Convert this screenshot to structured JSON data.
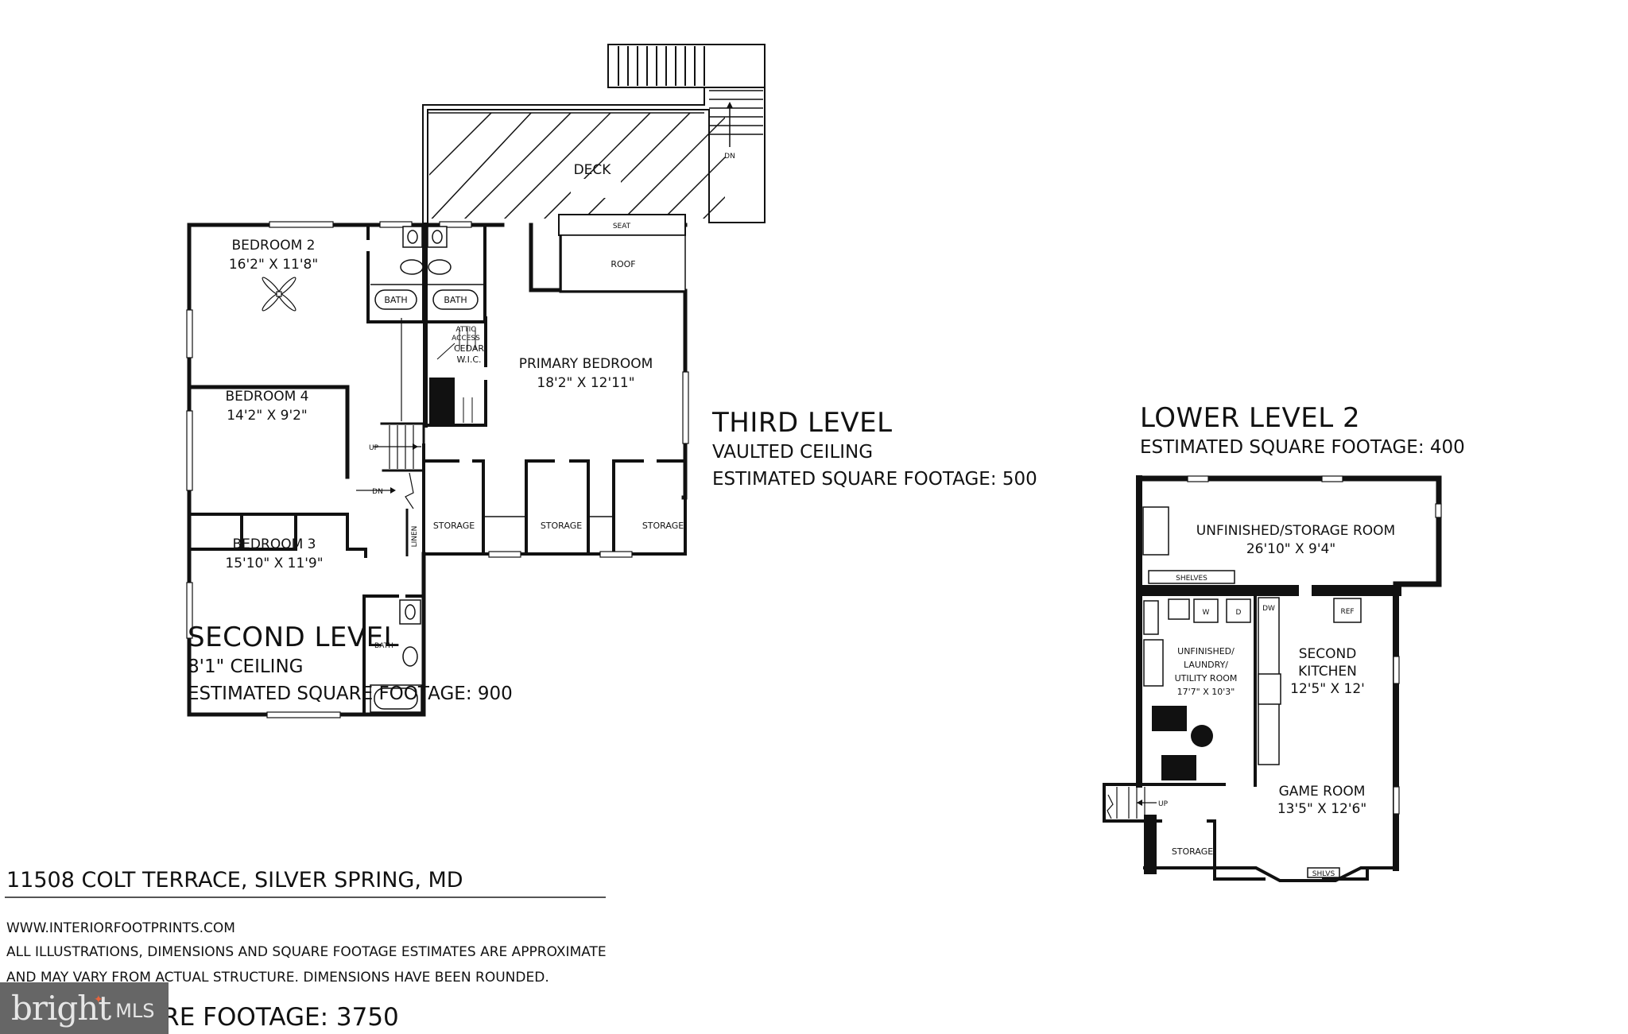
{
  "second_level": {
    "title": "SECOND LEVEL",
    "ceiling": "8'1\" CEILING",
    "sqft": "ESTIMATED SQUARE FOOTAGE: 900",
    "rooms": {
      "bedroom2": {
        "name": "BEDROOM 2",
        "dims": "16'2\" X 11'8\""
      },
      "bedroom4": {
        "name": "BEDROOM 4",
        "dims": "14'2\" X 9'2\""
      },
      "bedroom3": {
        "name": "BEDROOM 3",
        "dims": "15'10\" X 11'9\""
      },
      "bath_a": "BATH",
      "bath_b": "BATH",
      "bath_c": "BATH",
      "linen": "LINEN",
      "stairs_up": "UP",
      "stairs_dn": "DN"
    }
  },
  "third_level": {
    "title": "THIRD LEVEL",
    "ceiling": "VAULTED CEILING",
    "sqft": "ESTIMATED SQUARE FOOTAGE: 500",
    "rooms": {
      "primary": {
        "name": "PRIMARY BEDROOM",
        "dims": "18'2\" X 12'11\""
      },
      "attic": [
        "ATTIC",
        "ACCESS"
      ],
      "cedar": [
        "CEDAR",
        "W.I.C."
      ],
      "storage": [
        "STORAGE",
        "STORAGE",
        "STORAGE"
      ],
      "deck": "DECK",
      "deck_stairs": "DN",
      "seat": "SEAT",
      "roof": "ROOF"
    }
  },
  "lower_level_2": {
    "title": "LOWER LEVEL 2",
    "sqft": "ESTIMATED SQUARE FOOTAGE: 400",
    "rooms": {
      "storage_room": {
        "name": "UNFINISHED/STORAGE ROOM",
        "dims": "26'10\" X 9'4\""
      },
      "shelves": "SHELVES",
      "laundry": {
        "lines": [
          "UNFINISHED/",
          "LAUNDRY/",
          "UTILITY ROOM"
        ],
        "dims": "17'7\" X 10'3\""
      },
      "washer": "W",
      "dryer": "D",
      "dishwasher": "DW",
      "fridge": "REF",
      "kitchen": {
        "lines": [
          "SECOND",
          "KITCHEN"
        ],
        "dims": "12'5\" X 12'"
      },
      "game_room": {
        "name": "GAME ROOM",
        "dims": "13'5\" X 12'6\""
      },
      "storage": "STORAGE",
      "shlvs": "SHLVS",
      "stairs_up": "UP"
    }
  },
  "footer": {
    "address": "11508 COLT TERRACE, SILVER SPRING, MD",
    "website": "WWW.INTERIORFOOTPRINTS.COM",
    "disclaimer_1": "ALL ILLUSTRATIONS, DIMENSIONS AND SQUARE FOOTAGE ESTIMATES ARE APPROXIMATE",
    "disclaimer_2": "AND MAY VARY FROM ACTUAL STRUCTURE. DIMENSIONS HAVE BEEN ROUNDED.",
    "total_sqft": "TOTAL SQUARE FOOTAGE: 3750"
  },
  "watermark": {
    "brand": "bright",
    "suffix": "MLS",
    "background": "#666666",
    "accent": "#e8643c"
  }
}
